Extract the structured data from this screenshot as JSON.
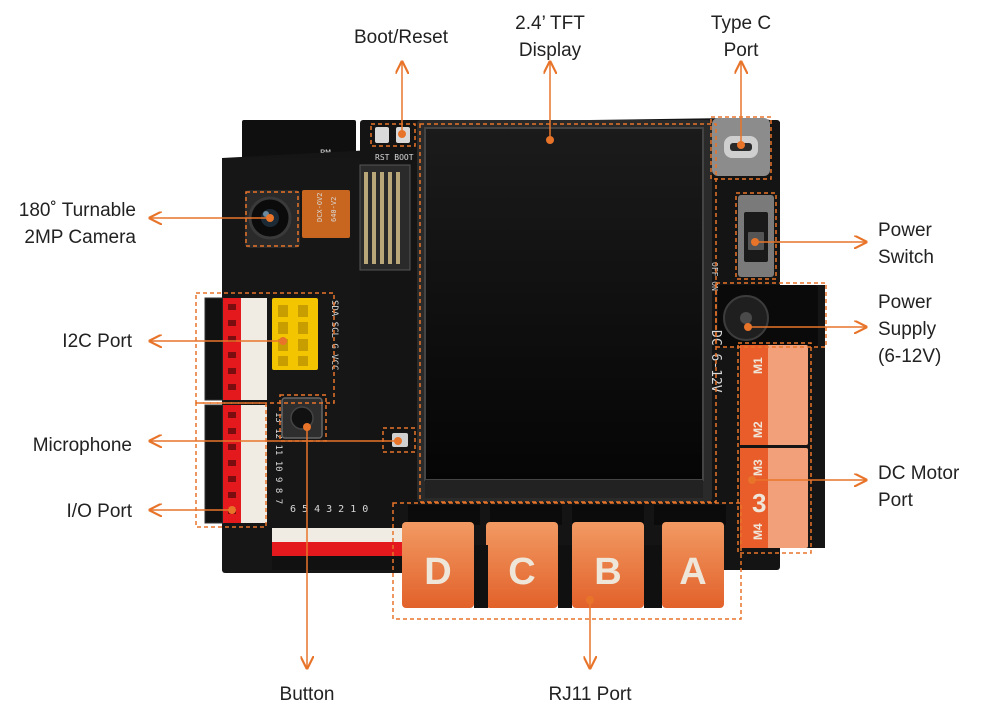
{
  "colors": {
    "accent": "#e8742a",
    "board": "#1a1a1a",
    "label_text": "#222222"
  },
  "callouts": {
    "boot_reset": {
      "lines": [
        "Boot/Reset"
      ]
    },
    "tft_display": {
      "lines": [
        "2.4’ TFT",
        "Display"
      ]
    },
    "type_c": {
      "lines": [
        "Type C",
        "Port"
      ]
    },
    "camera": {
      "lines": [
        "180˚ Turnable",
        "2MP Camera"
      ]
    },
    "power_switch": {
      "lines": [
        "Power",
        "Switch"
      ]
    },
    "power_supply": {
      "lines": [
        "Power",
        "Supply",
        "(6-12V)"
      ]
    },
    "i2c_port": {
      "lines": [
        "I2C Port"
      ]
    },
    "microphone": {
      "lines": [
        "Microphone"
      ]
    },
    "dc_motor": {
      "lines": [
        "DC Motor",
        "Port"
      ]
    },
    "io_port": {
      "lines": [
        "I/O Port"
      ]
    },
    "button": {
      "lines": [
        "Button"
      ]
    },
    "rj11": {
      "lines": [
        "RJ11 Port"
      ]
    }
  },
  "board": {
    "rj11_letters": [
      "D",
      "C",
      "B",
      "A"
    ],
    "motor_labels": [
      "M1",
      "M2",
      "M3",
      "M4"
    ],
    "motor_center_glyph": "3",
    "silk_dc_in": "DC 6-12V",
    "silk_rst_boot": "RST BOOT",
    "silk_camera": "DCX-OV2 640-V2",
    "silk_i2c": "SDA SCL G VCC",
    "silk_io_numbers": "6 5 4 3 2 1 0",
    "silk_io_side": "13 12 11 10 9 8 7",
    "silk_switch": "OFF ON"
  }
}
